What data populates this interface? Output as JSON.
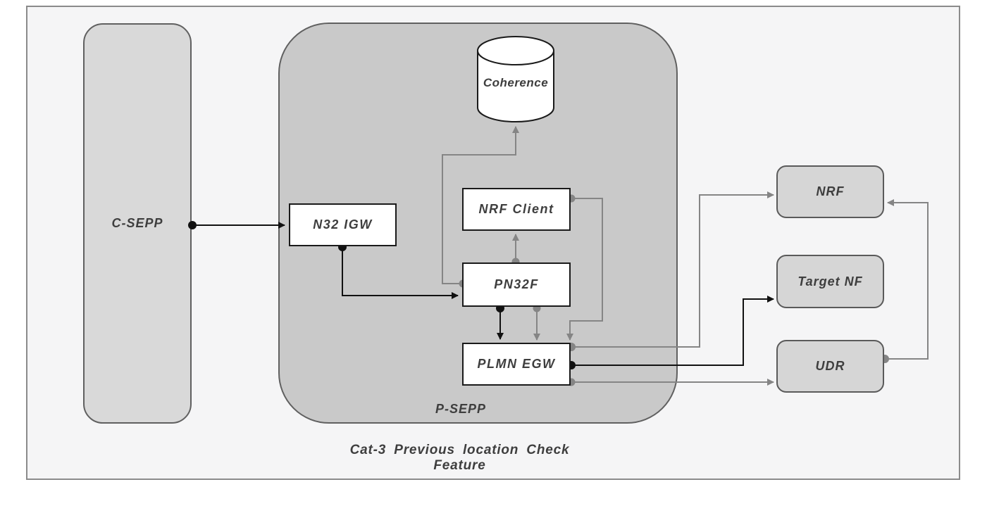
{
  "diagram": {
    "caption": "Cat-3 Previous location Check Feature",
    "nodes": {
      "c_sepp": "C-SEPP",
      "p_sepp": "P-SEPP",
      "n32_igw": "N32 IGW",
      "coherence": "Coherence",
      "nrf_client": "NRF Client",
      "pn32f": "PN32F",
      "plmn_egw": "PLMN EGW",
      "nrf": "NRF",
      "target_nf": "Target NF",
      "udr": "UDR"
    },
    "edges": [
      {
        "from": "C-SEPP",
        "to": "N32 IGW",
        "color": "black"
      },
      {
        "from": "N32 IGW",
        "to": "PN32F",
        "color": "black"
      },
      {
        "from": "PN32F",
        "to": "Coherence",
        "color": "gray"
      },
      {
        "from": "PN32F",
        "to": "NRF Client",
        "color": "gray"
      },
      {
        "from": "NRF Client",
        "to": "PLMN EGW",
        "color": "gray"
      },
      {
        "from": "PN32F",
        "to": "PLMN EGW",
        "color": "black"
      },
      {
        "from": "PN32F",
        "to": "PLMN EGW",
        "color": "gray"
      },
      {
        "from": "PLMN EGW",
        "to": "NRF",
        "color": "gray"
      },
      {
        "from": "PLMN EGW",
        "to": "Target NF",
        "color": "black"
      },
      {
        "from": "PLMN EGW",
        "to": "UDR",
        "color": "gray"
      },
      {
        "from": "UDR",
        "to": "NRF",
        "color": "gray"
      }
    ],
    "colors": {
      "canvas_bg": "#ffffff",
      "frame_bg": "#f5f5f6",
      "frame_border": "#8b8b8b",
      "csepp_fill": "#d9d9d9",
      "psepp_fill": "#c9c9c9",
      "group_border": "#606060",
      "node_fill": "#ffffff",
      "node_border": "#1a1a1a",
      "ext_fill": "#d6d6d6",
      "ext_border": "#5a5a5a",
      "edge_gray": "#858585",
      "edge_black": "#111111",
      "label_color": "#3e3e3e"
    }
  }
}
